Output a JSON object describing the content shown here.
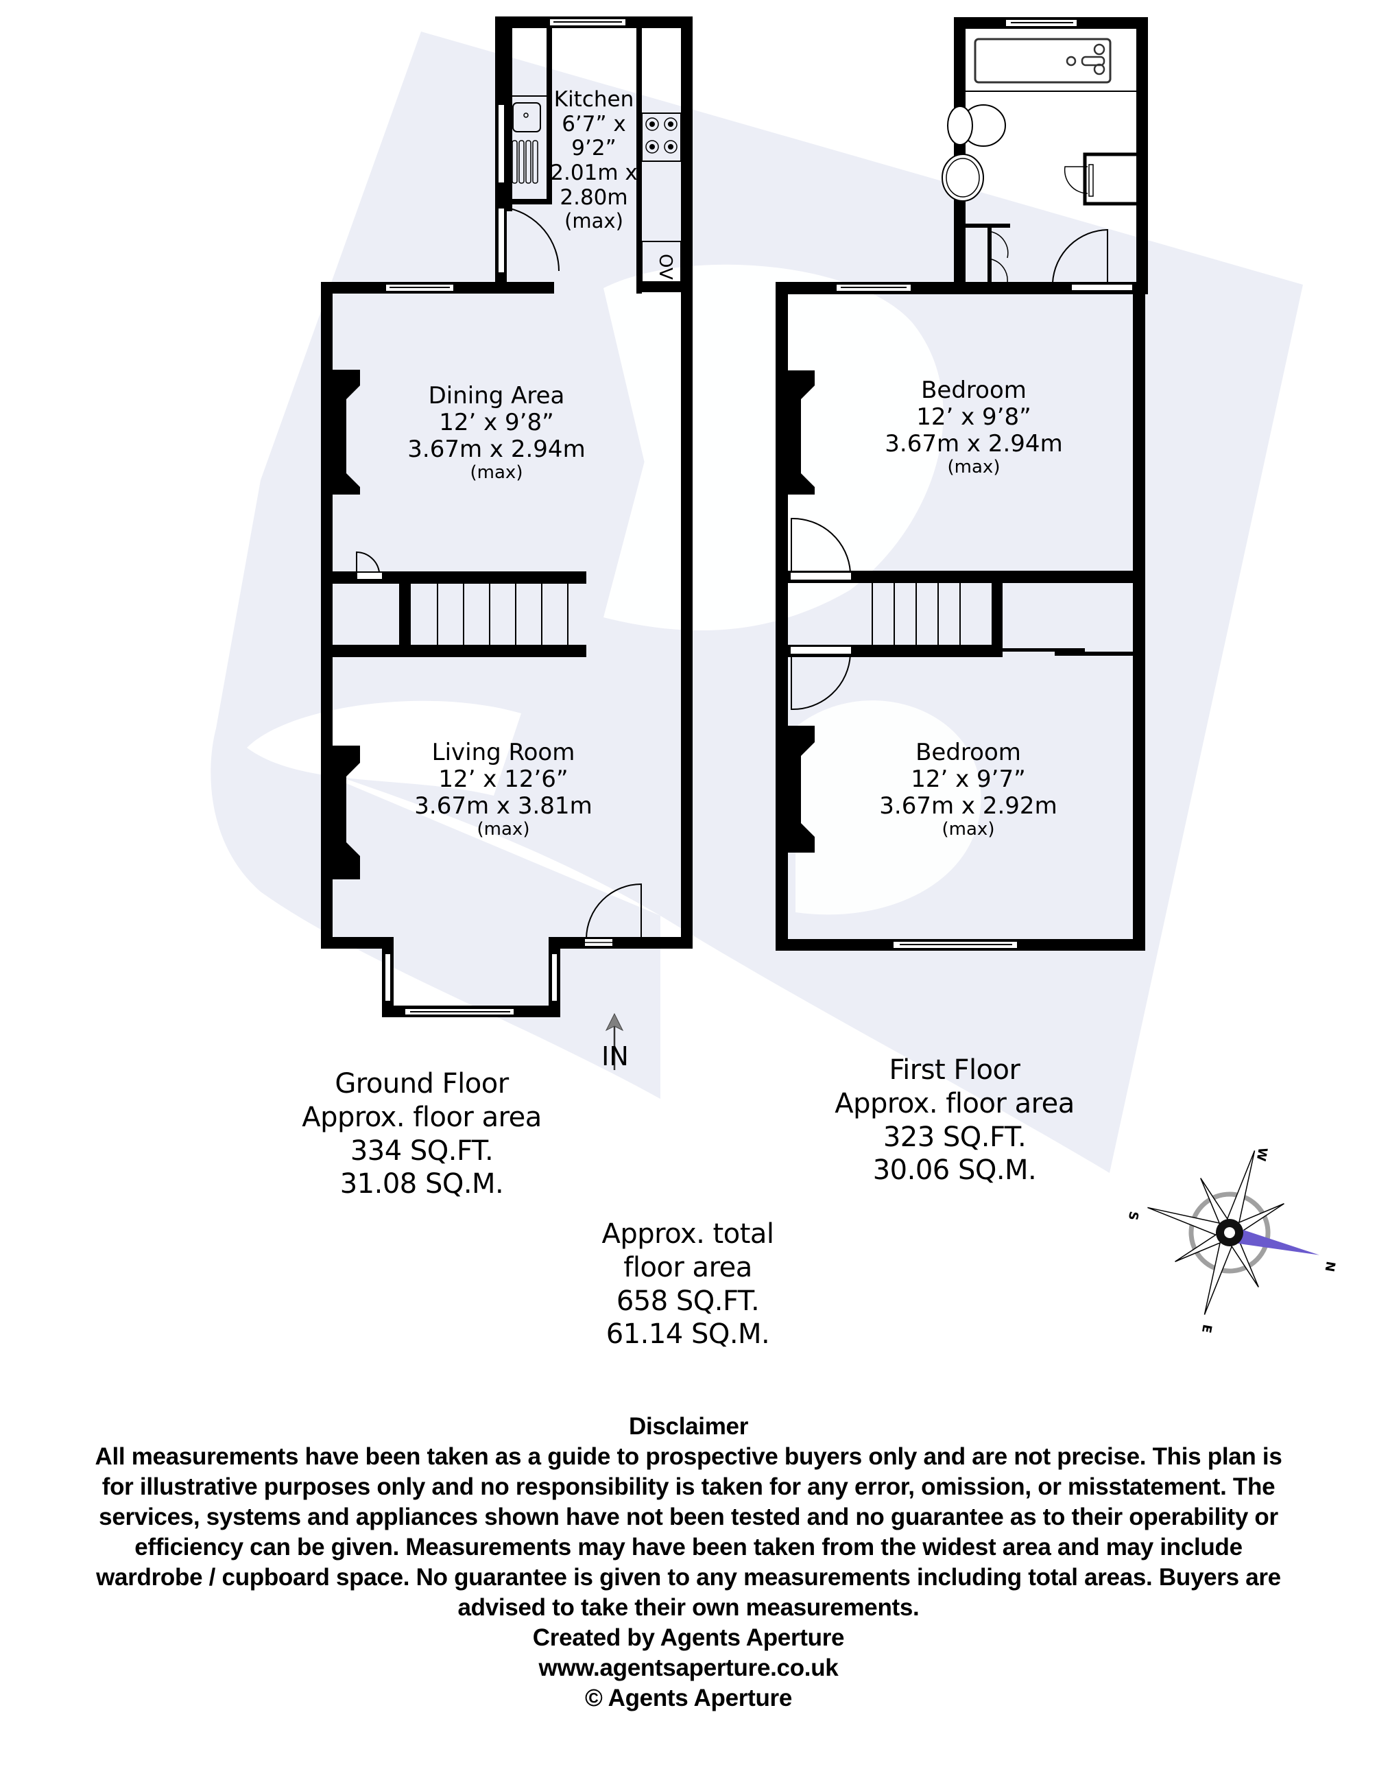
{
  "colors": {
    "wall": "#000000",
    "watermark": "#eceef6",
    "background": "#ffffff",
    "compass_needle": "#6a5acd",
    "compass_ring": "#a0a0a0"
  },
  "ground_floor": {
    "rooms": [
      {
        "name": "Kitchen",
        "dim_imperial_1": "6’7” x",
        "dim_imperial_2": "9’2”",
        "dim_metric_1": "2.01m x",
        "dim_metric_2": "2.80m",
        "note": "(max)"
      },
      {
        "name": "Dining Area",
        "dim_imperial": "12’ x 9’8”",
        "dim_metric": "3.67m x 2.94m",
        "note": "(max)"
      },
      {
        "name": "Living Room",
        "dim_imperial": "12’ x 12’6”",
        "dim_metric": "3.67m x 3.81m",
        "note": "(max)"
      }
    ],
    "entrance_label": "IN",
    "oven_label": "OV",
    "summary": {
      "title": "Ground Floor",
      "subtitle": "Approx. floor area",
      "sqft": "334 SQ.FT.",
      "sqm": "31.08 SQ.M."
    }
  },
  "first_floor": {
    "rooms": [
      {
        "name": "Bedroom",
        "dim_imperial": "12’ x 9’8”",
        "dim_metric": "3.67m x 2.94m",
        "note": "(max)"
      },
      {
        "name": "Bedroom",
        "dim_imperial": "12’ x 9’7”",
        "dim_metric": "3.67m x 2.92m",
        "note": "(max)"
      }
    ],
    "summary": {
      "title": "First Floor",
      "subtitle": "Approx. floor area",
      "sqft": "323 SQ.FT.",
      "sqm": "30.06 SQ.M."
    }
  },
  "total": {
    "line1": "Approx. total",
    "line2": "floor area",
    "sqft": "658 SQ.FT.",
    "sqm": "61.14 SQ.M."
  },
  "compass": {
    "n": "N",
    "s": "S",
    "e": "E",
    "w": "W"
  },
  "disclaimer": {
    "title": "Disclaimer",
    "lines": [
      "All measurements have been taken as a guide to prospective buyers only and are not precise. This plan is",
      "for illustrative purposes only and no responsibility is taken for any error, omission, or misstatement. The",
      "services, systems and appliances shown have not been tested and no guarantee as to their operability or",
      "efficiency can be given. Measurements may have been taken from the widest area and may include",
      "wardrobe / cupboard space. No guarantee is given to any measurements including total areas. Buyers are",
      "advised to take their own measurements."
    ],
    "credit": "Created by Agents Aperture",
    "website": "www.agentsaperture.co.uk",
    "copyright": "© Agents Aperture"
  }
}
